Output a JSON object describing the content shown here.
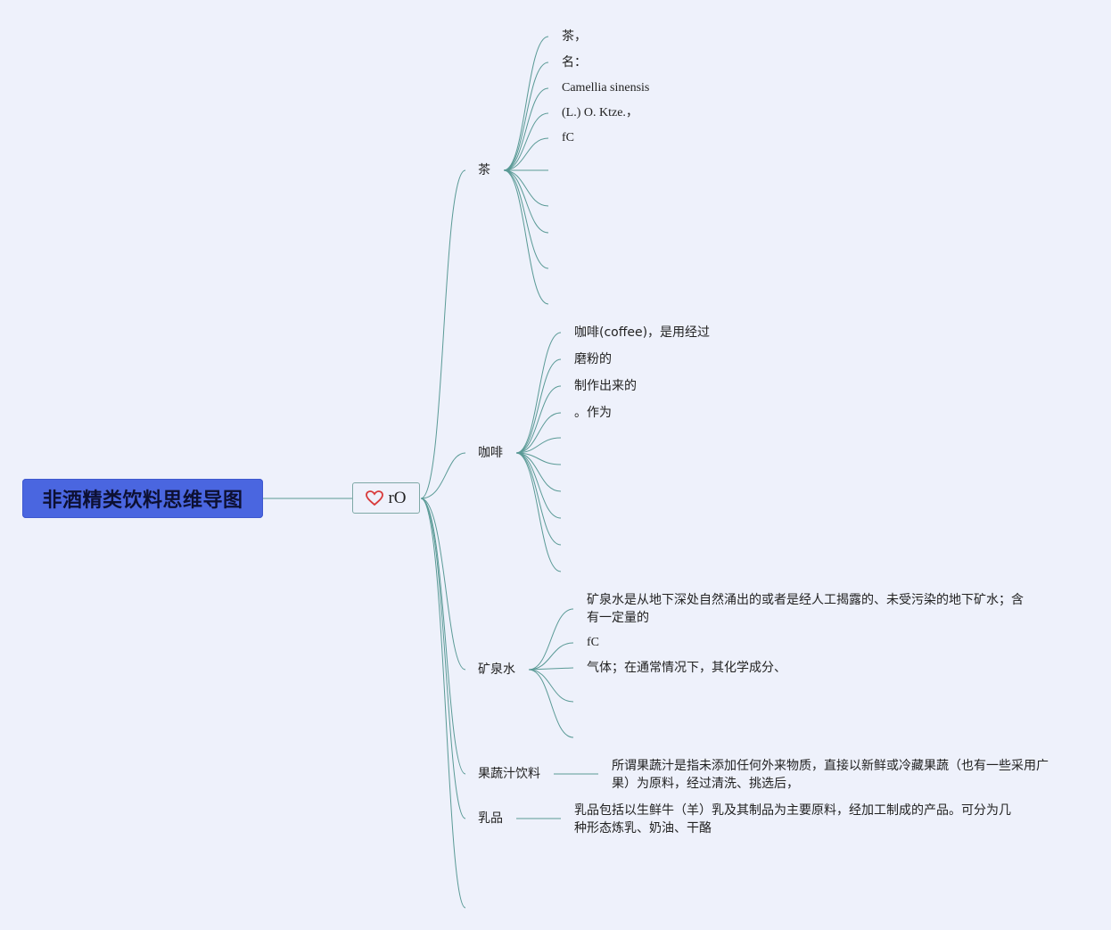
{
  "root": {
    "title": "非酒精类饮料思维导图"
  },
  "hub": {
    "label": "rO",
    "icon": "heart-icon"
  },
  "branches": [
    {
      "label": "茶",
      "items": [
        "茶，",
        "名：",
        "Camellia sinensis",
        "(L.) O. Ktze.，",
        "fC"
      ]
    },
    {
      "label": "咖啡",
      "items": [
        "咖啡(coffee)，是用经过",
        "磨粉的",
        "制作出来的",
        "。作为"
      ]
    },
    {
      "label": "矿泉水",
      "items": [
        "矿泉水是从地下深处自然涌出的或者是经人工揭露的、未受污染的地下矿水；含有一定量的",
        "fC",
        "气体；在通常情况下，其化学成分、"
      ]
    },
    {
      "label": "果蔬汁饮料",
      "items": [
        "所谓果蔬汁是指未添加任何外来物质，直接以新鲜或冷藏果蔬（也有一些采用广果）为原料，经过清洗、挑选后，"
      ]
    },
    {
      "label": "乳品",
      "items": [
        "乳品包括以生鲜牛（羊）乳及其制品为主要原料，经加工制成的产品。可分为几种形态炼乳、奶油、干酪"
      ]
    }
  ],
  "colors": {
    "root_bg": "#4a66e0",
    "branch_line": "#5a9a96",
    "hub_border": "#7ea8a6",
    "heart": "#d83a3a",
    "background": "#eef1fb"
  }
}
